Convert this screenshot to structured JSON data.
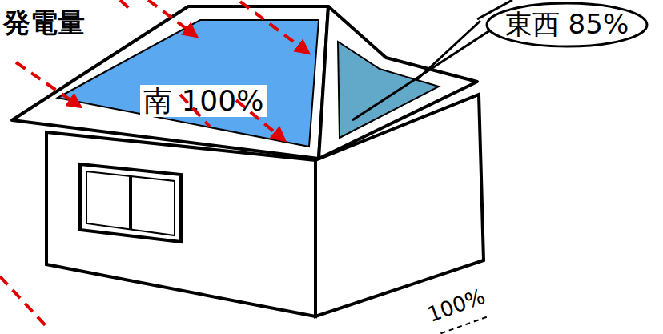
{
  "diagram": {
    "nodes": [
      {
        "text": [
          "東西 85%"
        ]
      },
      {
        "text": [
          "南 100%"
        ]
      }
    ],
    "labels": [
      "発電量",
      "100%"
    ]
  }
}
